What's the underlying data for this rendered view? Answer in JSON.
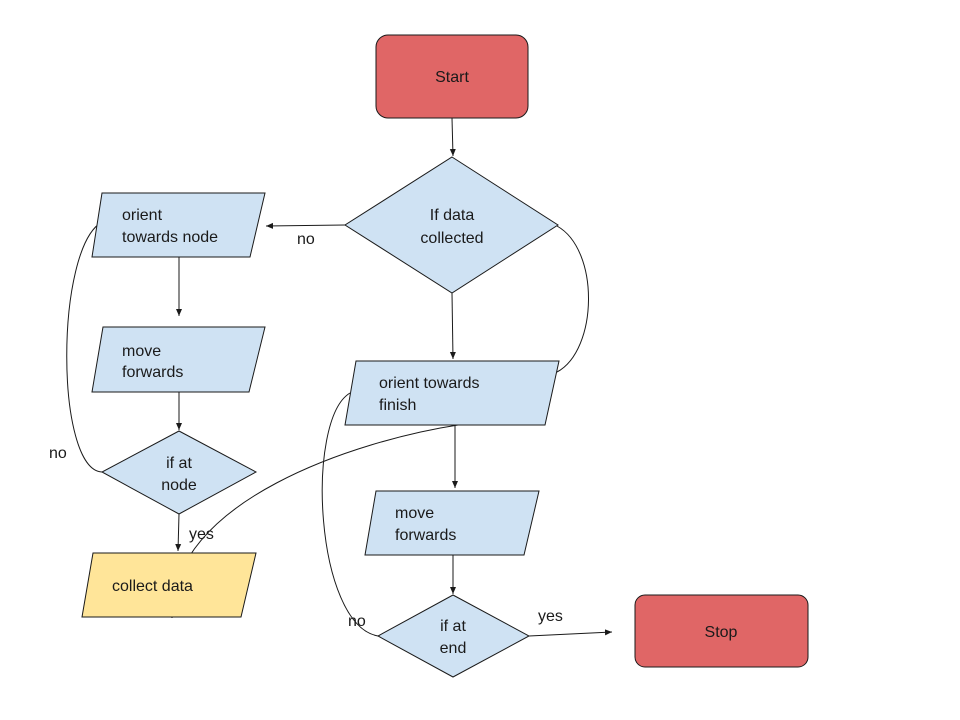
{
  "colors": {
    "terminal": "#e06666",
    "process": "#cfe2f3",
    "highlight": "#ffe599",
    "line": "#1a1a1a"
  },
  "nodes": {
    "start": {
      "text": [
        "Start"
      ]
    },
    "if_data_collected": {
      "text": [
        "If data",
        "collected"
      ]
    },
    "orient_towards_node": {
      "text": [
        "orient",
        "towards node"
      ]
    },
    "move_forwards_left": {
      "text": [
        "move",
        "forwards"
      ]
    },
    "if_at_node": {
      "text": [
        "if at",
        "node"
      ]
    },
    "collect_data": {
      "text": [
        "collect data"
      ]
    },
    "orient_towards_finish": {
      "text": [
        "orient towards",
        "finish"
      ]
    },
    "move_forwards_right": {
      "text": [
        "move",
        "forwards"
      ]
    },
    "if_at_end": {
      "text": [
        "if at",
        "end"
      ]
    },
    "stop": {
      "text": [
        "Stop"
      ]
    }
  },
  "edge_labels": {
    "no_top": "no",
    "no_left": "no",
    "yes_left": "yes",
    "no_bottom": "no",
    "yes_right": "yes"
  }
}
